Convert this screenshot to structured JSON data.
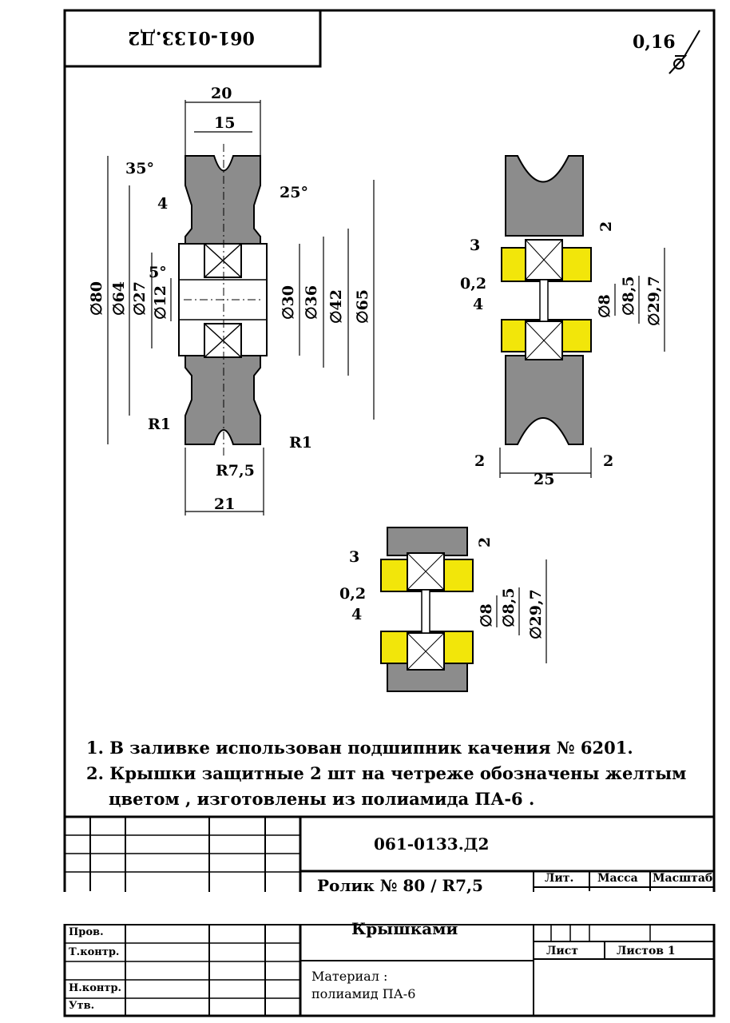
{
  "stamp": {
    "code_mirrored": "061-0133.Д2"
  },
  "roughness": {
    "value": "0,16"
  },
  "view1": {
    "width_top": "20",
    "width_inner": "15",
    "width_bottom": "21",
    "angle_35": "35°",
    "angle_25": "25°",
    "angle_5": "5°",
    "dim_4": "4",
    "d80": "∅80",
    "d64": "∅64",
    "d27": "∅27",
    "d12": "∅12",
    "d30": "∅30",
    "d36": "∅36",
    "d42": "∅42",
    "d65": "∅65",
    "r1_left": "R1",
    "r1_right": "R1",
    "r75": "R7,5"
  },
  "view2": {
    "callout3": "3",
    "gap02": "0,2",
    "dim_4": "4",
    "dim_2_top": "2",
    "d8": "∅8",
    "d85": "∅8,5",
    "d297": "∅29,7",
    "dim_2_left": "2",
    "dim_2_right": "2",
    "width25": "25"
  },
  "view3": {
    "callout3": "3",
    "gap02": "0,2",
    "dim_4": "4",
    "dim_2_top": "2",
    "d8": "∅8",
    "d85": "∅8,5",
    "d297": "∅29,7"
  },
  "notes": [
    "1. В заливке использован подшипник качения № 6201.",
    "2. Крышки защитные 2 шт на четреже обозначены желтым",
    "цветом , изготовлены из полиамида ПА-6 ."
  ],
  "title_block": {
    "doc_code": "061-0133.Д2",
    "part_name": "Ролик № 80 / R7,5",
    "part_name_line2": "Крышками",
    "lit": "Лит.",
    "mass": "Масса",
    "scale": "Масштаб",
    "sheet": "Лист",
    "sheets": "Листов 1",
    "material_label": "Материал :",
    "material_value": "полиамид ПА-6",
    "rows": [
      "Пров.",
      "Т.контр.",
      "Н.контр.",
      "Утв."
    ]
  },
  "colors": {
    "rubber": "#8c8c8c",
    "cap": "#f2e60a",
    "line": "#000000"
  }
}
